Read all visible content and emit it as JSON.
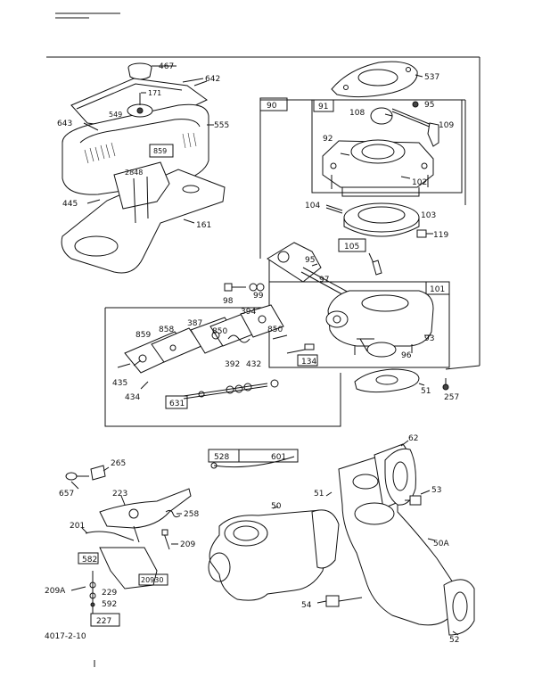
{
  "corner_code": "4017-2-10",
  "labels": {
    "l467": "467",
    "l642": "642",
    "l171": "171",
    "l549": "549",
    "l643": "643",
    "l555": "555",
    "l859top": "859",
    "l2848": "2848",
    "l445": "445",
    "l161": "161",
    "l537": "537",
    "l90": "90",
    "l91": "91",
    "l108": "108",
    "l95a": "95",
    "l109": "109",
    "l92": "92",
    "l102": "102",
    "l104": "104",
    "l103": "103",
    "l119": "119",
    "l105": "105",
    "l95b": "95",
    "l97": "97",
    "l98": "98",
    "l99": "99",
    "l101": "101",
    "l394": "394",
    "l387": "387",
    "l858": "858",
    "l859": "859",
    "l850a": "850",
    "l850b": "850",
    "l392": "392",
    "l432": "432",
    "l93": "93",
    "l96": "96",
    "l435": "435",
    "l434": "434",
    "l134": "134",
    "l51a": "51",
    "l257": "257",
    "l631": "631",
    "l528": "528",
    "l601": "601",
    "l265": "265",
    "l657": "657",
    "l223": "223",
    "l258": "258",
    "l201": "201",
    "l209": "209",
    "l582": "582",
    "l209A": "209A",
    "l229": "229",
    "l592": "592",
    "l227": "227",
    "l50": "50",
    "l51b": "51",
    "l62": "62",
    "l53": "53",
    "l50A": "50A",
    "l54": "54",
    "l52": "52",
    "tag": "20930"
  }
}
